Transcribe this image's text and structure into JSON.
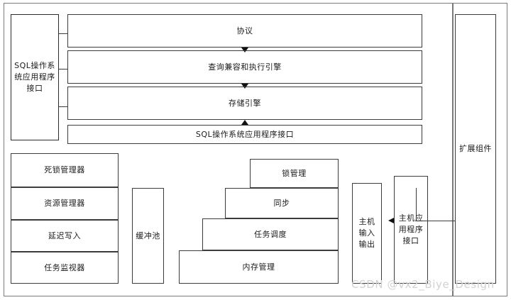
{
  "diagram": {
    "title_watermark": "CSDN @vx2_Biye_Design",
    "sql_os_api_left": "SQL操作系统应用程序接口",
    "top_layers": [
      {
        "label": "协议"
      },
      {
        "label": "查询兼容和执行引擎"
      },
      {
        "label": "存储引擎"
      },
      {
        "label": "SQL操作系统应用程序接口"
      }
    ],
    "left_managers": [
      {
        "label": "死锁管理器"
      },
      {
        "label": "资源管理器"
      },
      {
        "label": "延迟写入"
      },
      {
        "label": "任务监视器"
      }
    ],
    "buffer_pool": "缓冲池",
    "pyramid": [
      {
        "label": "锁管理"
      },
      {
        "label": "同步"
      },
      {
        "label": "任务调度"
      },
      {
        "label": "内存管理"
      }
    ],
    "host_io": "主机输入输出",
    "host_app_api": "主机应用程序接口",
    "extension_components": "扩展组件"
  }
}
